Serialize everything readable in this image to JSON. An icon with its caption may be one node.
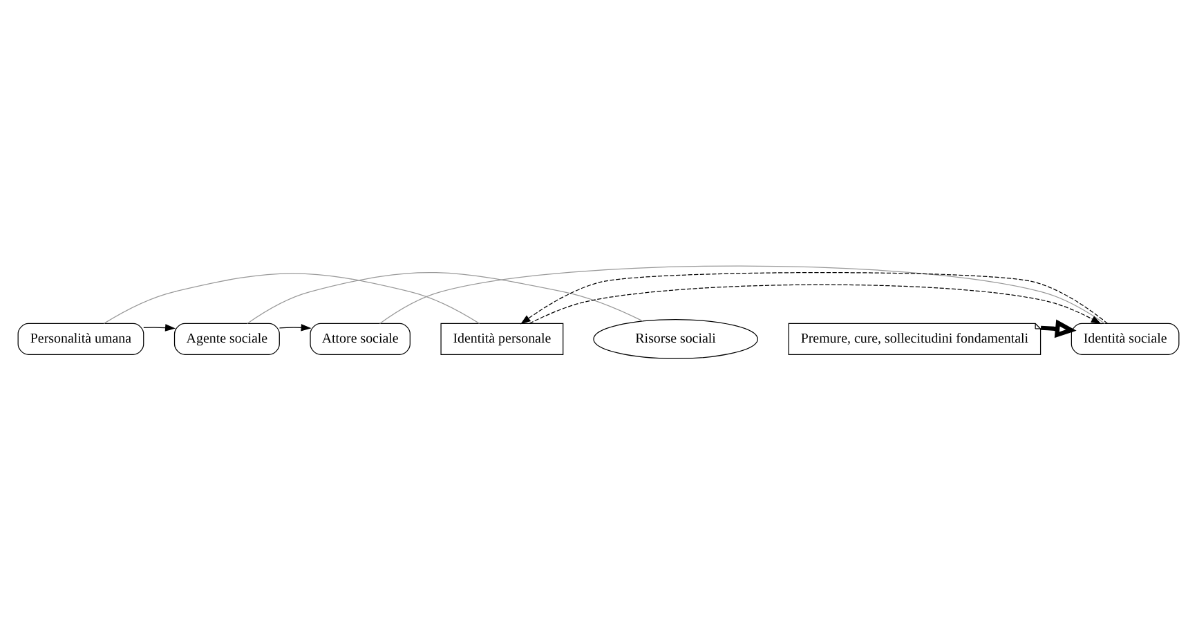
{
  "diagram": {
    "nodes": [
      {
        "text": [
          "Personalità umana"
        ]
      },
      {
        "text": [
          "Agente sociale"
        ]
      },
      {
        "text": [
          "Attore sociale"
        ]
      },
      {
        "text": [
          "Identità personale"
        ]
      },
      {
        "text": [
          "Risorse sociali"
        ]
      },
      {
        "text": [
          "Premure, cure, sollecitudini fondamentali"
        ]
      },
      {
        "text": [
          "Identità sociale"
        ]
      }
    ],
    "edges": [
      {
        "from": 0,
        "to": 1,
        "arrow": "to"
      },
      {
        "from": 1,
        "to": 2,
        "arrow": "to"
      },
      {
        "from": 0,
        "to": 3,
        "arrow": "none",
        "color": "#999999"
      },
      {
        "from": 1,
        "to": 4,
        "arrow": "none",
        "color": "#999999"
      },
      {
        "from": 2,
        "to": 6,
        "arrow": "none",
        "color": "#999999"
      },
      {
        "from": 3,
        "to": 6,
        "arrow": "to",
        "style": "dashed"
      },
      {
        "from": 6,
        "to": 3,
        "arrow": "to",
        "style": "dashed"
      },
      {
        "from": 5,
        "to": 6,
        "arrow": "to",
        "style": "thick"
      }
    ]
  }
}
